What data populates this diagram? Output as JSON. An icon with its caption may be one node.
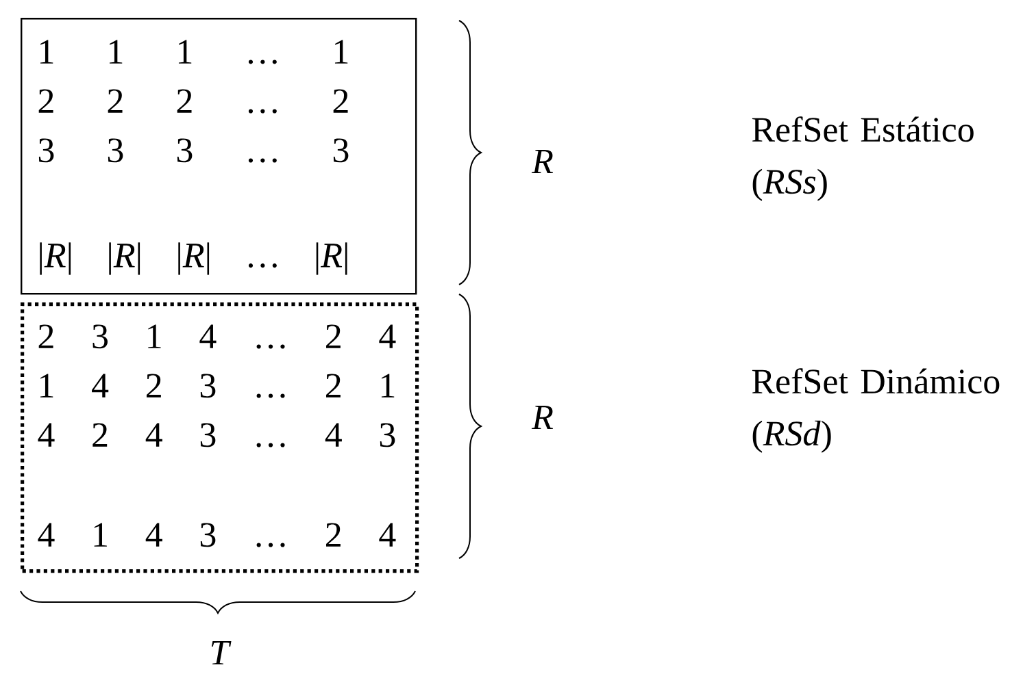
{
  "diagram": {
    "nodes": [
      {
        "text": [
          "1 1 1 … 1",
          "2 2 2 … 2",
          "3 3 3 … 3",
          "|*R*| |*R*| |*R*| … |*R*|"
        ]
      },
      {
        "text": [
          "2 3 1 4 … 2 4",
          "1 4 2 3 … 2 1",
          "4 2 4 3 … 4 3",
          "4 1 4 3 … 2 4"
        ]
      }
    ],
    "labels": [
      "R",
      "RefSet Estático (*RSs*)",
      "R",
      "RefSet Dinámico (*RSd*)",
      "T"
    ]
  }
}
